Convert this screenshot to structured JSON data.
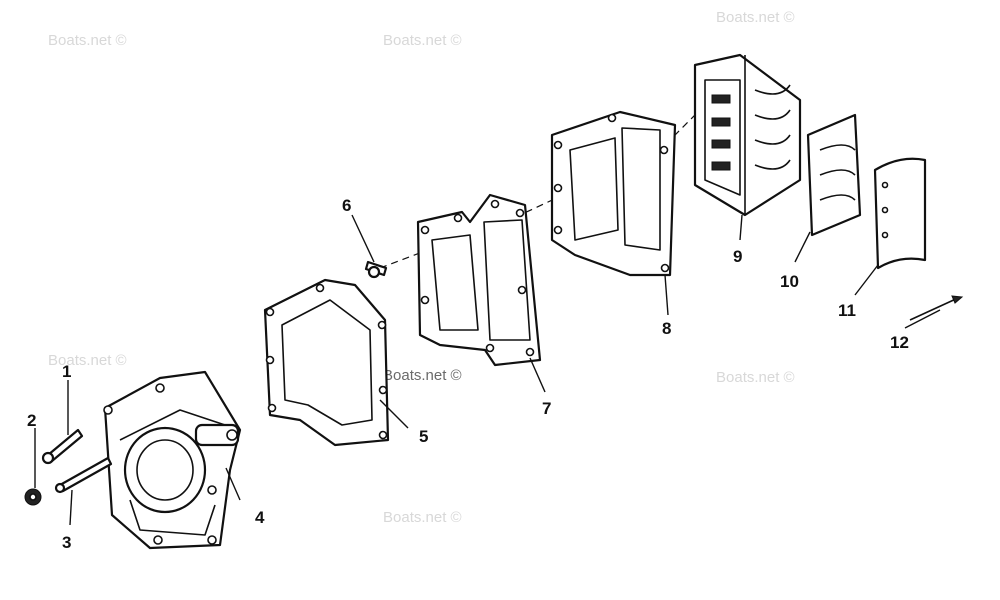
{
  "watermark": "Boats.net ©",
  "callouts": [
    "1",
    "2",
    "3",
    "4",
    "5",
    "6",
    "7",
    "8",
    "9",
    "10",
    "11",
    "12"
  ]
}
